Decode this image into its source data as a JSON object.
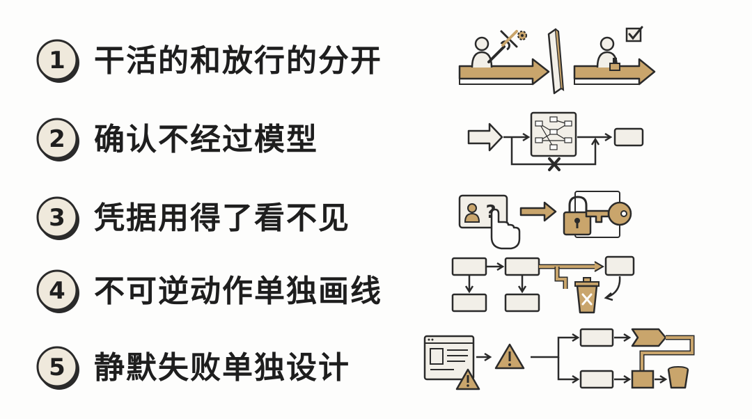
{
  "colors": {
    "ink": "#2a2a2a",
    "gold": "#c9a56c",
    "paper": "#f2efe8",
    "badge": "#efe9dc"
  },
  "items": [
    {
      "number": "1",
      "text": "干活的和放行的分开",
      "icons": [
        "worker-wrench-icon",
        "gear-icon",
        "wall-divider-icon",
        "approver-stamp-icon",
        "checkbox-check-icon"
      ]
    },
    {
      "number": "2",
      "text": "确认不经过模型",
      "icons": [
        "input-arrow-icon",
        "model-network-icon",
        "output-box-icon",
        "blocked-x-icon"
      ]
    },
    {
      "number": "3",
      "text": "凭据用得了看不见",
      "icons": [
        "user-question-card-icon",
        "pointing-hand-icon",
        "padlock-icon",
        "key-icon"
      ]
    },
    {
      "number": "4",
      "text": "不可逆动作单独画线",
      "icons": [
        "flow-box-icon",
        "trash-can-icon",
        "delete-x-icon"
      ]
    },
    {
      "number": "5",
      "text": "静默失败单独设计",
      "icons": [
        "document-window-icon",
        "warning-triangle-icon",
        "flag-arrow-icon",
        "bucket-icon"
      ]
    }
  ]
}
